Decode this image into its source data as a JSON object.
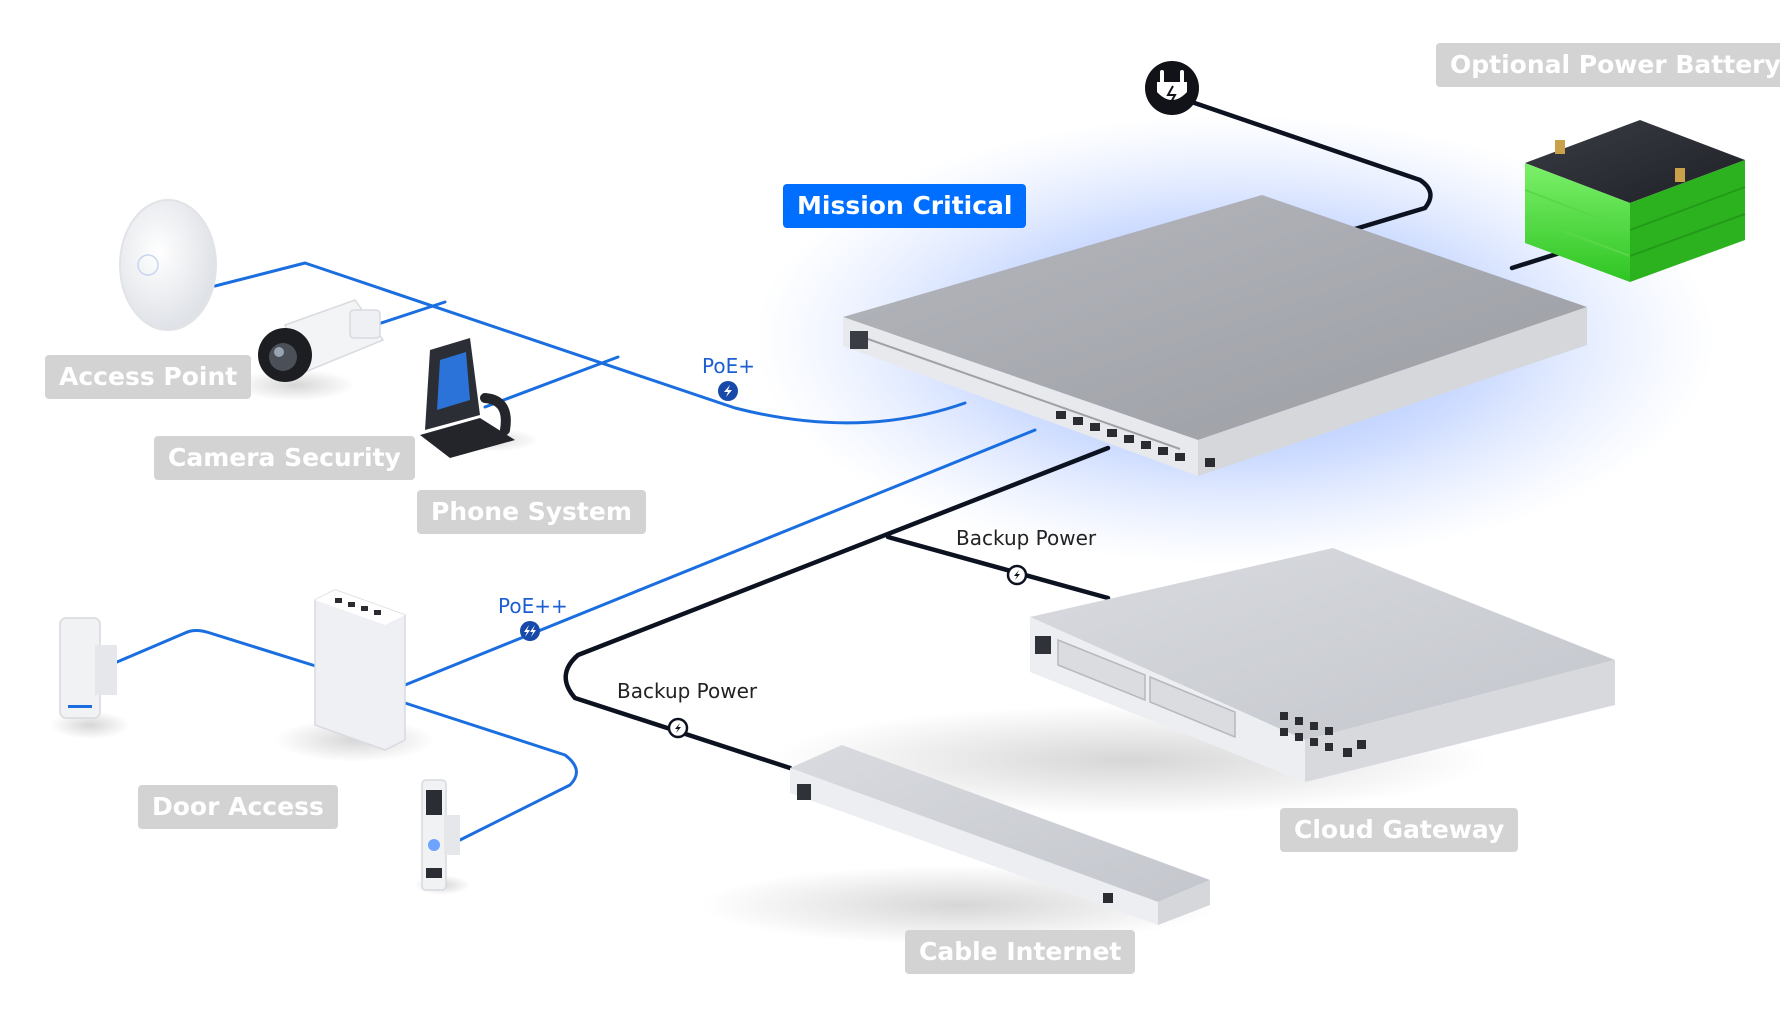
{
  "labels": {
    "mission_critical": "Mission Critical",
    "optional_power_battery": "Optional Power Battery",
    "access_point": "Access Point",
    "camera_security": "Camera Security",
    "phone_system": "Phone System",
    "door_access": "Door Access",
    "cloud_gateway": "Cloud Gateway",
    "cable_internet": "Cable Internet"
  },
  "cables": {
    "poe_plus": "PoE+",
    "poe_plus_plus": "PoE++",
    "backup_power_1": "Backup Power",
    "backup_power_2": "Backup Power"
  },
  "colors": {
    "accent": "#006fff",
    "poe_cable": "#1a6ee0",
    "power_cable": "#0d1220",
    "tag_gray": "#d3d3d3",
    "battery_green": "#4be23c"
  },
  "icons": [
    "power-plug-icon",
    "lightning-bolt-icon"
  ]
}
